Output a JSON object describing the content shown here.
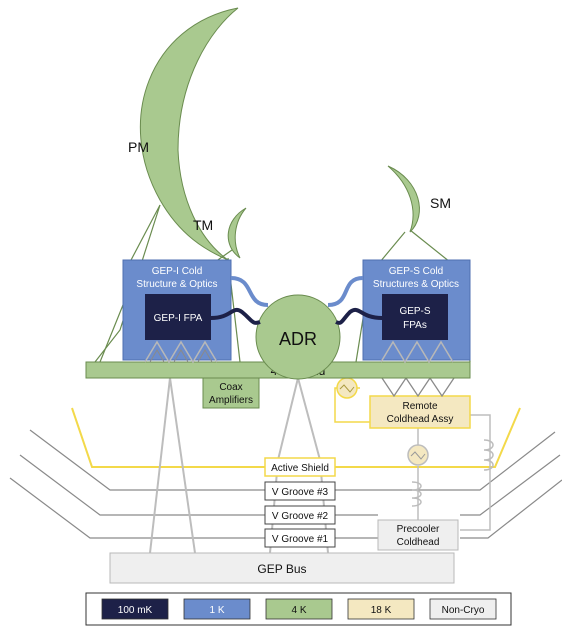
{
  "colors": {
    "mk100": "#1d2148",
    "k1": "#6b8ccc",
    "k4": "#a9c98f",
    "k18": "#f4e8c1",
    "noncryo": "#efefef",
    "yellow_line": "#f3d94a",
    "green_line": "#6a8c4f",
    "grey_line": "#b8b8b8",
    "dark_line": "#555555"
  },
  "mirrors": {
    "pm": "PM",
    "tm": "TM",
    "sm": "SM"
  },
  "gep_i": {
    "title_line1": "GEP-I Cold",
    "title_line2": "Structure & Optics",
    "fpa": "GEP-I FPA"
  },
  "gep_s": {
    "title_line1": "GEP-S Cold",
    "title_line2": "Structures & Optics",
    "fpa_line1": "GEP-S",
    "fpa_line2": "FPAs"
  },
  "adr": "ADR",
  "shield_4k": "4 K  Shield",
  "coax": {
    "line1": "Coax",
    "line2": "Amplifiers"
  },
  "remote_coldhead": {
    "line1": "Remote",
    "line2": "Coldhead Assy"
  },
  "active_shield": "Active Shield",
  "grooves": [
    "V Groove #3",
    "V Groove #2",
    "V Groove #1"
  ],
  "precooler": {
    "line1": "Precooler",
    "line2": "Coldhead"
  },
  "bus": "GEP Bus",
  "legend": [
    {
      "label": "100 mK",
      "color": "#1d2148",
      "text_color": "#ffffff"
    },
    {
      "label": "1 K",
      "color": "#6b8ccc",
      "text_color": "#ffffff"
    },
    {
      "label": "4 K",
      "color": "#a9c98f",
      "text_color": "#111111"
    },
    {
      "label": "18 K",
      "color": "#f4e8c1",
      "text_color": "#111111"
    },
    {
      "label": "Non-Cryo",
      "color": "#efefef",
      "text_color": "#111111"
    }
  ]
}
